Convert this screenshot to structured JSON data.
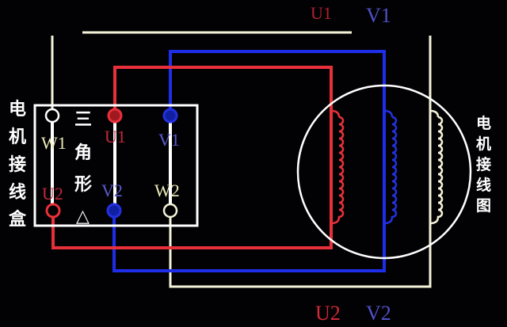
{
  "colors": {
    "u": "#e8303a",
    "v": "#2430e0",
    "w": "#f4f2d8",
    "u_label": "#c02838",
    "v_label": "#5a5ad0",
    "w_label": "#eeeebb"
  },
  "junction_box": {
    "title_chars": [
      "电",
      "机",
      "接",
      "线",
      "盒"
    ],
    "delta_chars": [
      "三",
      "角",
      "形",
      "△"
    ],
    "terminals": {
      "w1": "W1",
      "u1": "U1",
      "v1": "V1",
      "u2": "U2",
      "v2": "V2",
      "w2": "W2"
    }
  },
  "motor": {
    "title_chars": [
      "电",
      "机",
      "接",
      "线",
      "图"
    ],
    "top_labels": {
      "u1": "U1",
      "v1": "V1"
    },
    "bottom_labels": {
      "u2": "U2",
      "v2": "V2"
    }
  }
}
